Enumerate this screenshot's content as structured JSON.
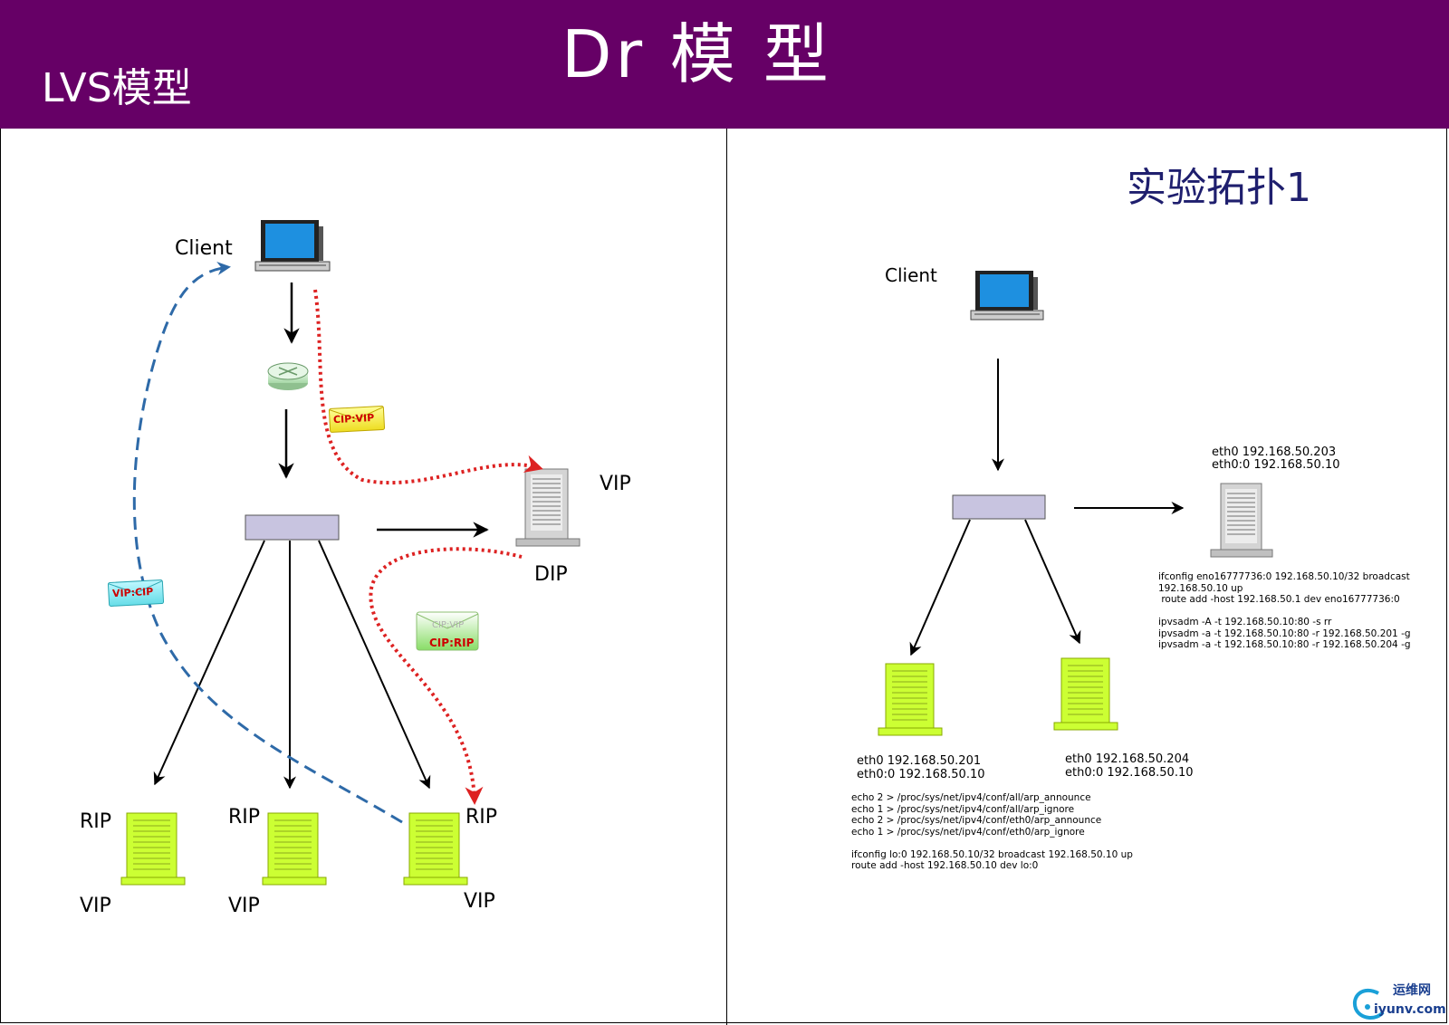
{
  "header": {
    "title": "Dr 模 型",
    "subtitle": "LVS模型"
  },
  "left": {
    "client_label": "Client",
    "vip_label": "VIP",
    "dip_label": "DIP",
    "envelopes": {
      "cip_vip": "CIP:VIP",
      "vip_cip": "VIP:CIP",
      "cip_vip_faded": "CIP:VIP",
      "cip_rip": "CIP:RIP"
    },
    "real_servers": [
      {
        "rip": "RIP",
        "vip": "VIP"
      },
      {
        "rip": "RIP",
        "vip": "VIP"
      },
      {
        "rip": "RIP",
        "vip": "VIP"
      }
    ]
  },
  "right": {
    "title": "实验拓扑1",
    "client_label": "Client",
    "director": {
      "ip_lines": [
        "eth0 192.168.50.203",
        "eth0:0 192.168.50.10"
      ],
      "commands": [
        "ifconfig eno16777736:0 192.168.50.10/32 broadcast",
        "192.168.50.10 up",
        " route add -host 192.168.50.1 dev eno16777736:0",
        "",
        "ipvsadm -A -t 192.168.50.10:80 -s rr",
        "ipvsadm -a -t 192.168.50.10:80 -r 192.168.50.201 -g",
        "ipvsadm -a -t 192.168.50.10:80 -r 192.168.50.204 -g"
      ]
    },
    "rs1": {
      "ip_lines": [
        "eth0 192.168.50.201",
        "eth0:0 192.168.50.10"
      ]
    },
    "rs2": {
      "ip_lines": [
        "eth0 192.168.50.204",
        "eth0:0 192.168.50.10"
      ]
    },
    "rs_commands": [
      "echo 2 > /proc/sys/net/ipv4/conf/all/arp_announce",
      "echo 1 > /proc/sys/net/ipv4/conf/all/arp_ignore",
      "echo 2 > /proc/sys/net/ipv4/conf/eth0/arp_announce",
      "echo 1 > /proc/sys/net/ipv4/conf/eth0/arp_ignore",
      "",
      "ifconfig lo:0 192.168.50.10/32 broadcast 192.168.50.10 up",
      "route add -host 192.168.50.10 dev lo:0"
    ]
  },
  "watermark": {
    "cn": "运维网",
    "en": "iyunv.com"
  },
  "colors": {
    "header_bg": "#660066",
    "monitor_screen": "#1e90e0",
    "real_server": "#ccff33",
    "director_box": "#c8c4e0",
    "red_path": "#dd2222",
    "blue_path": "#2e6aa8"
  }
}
